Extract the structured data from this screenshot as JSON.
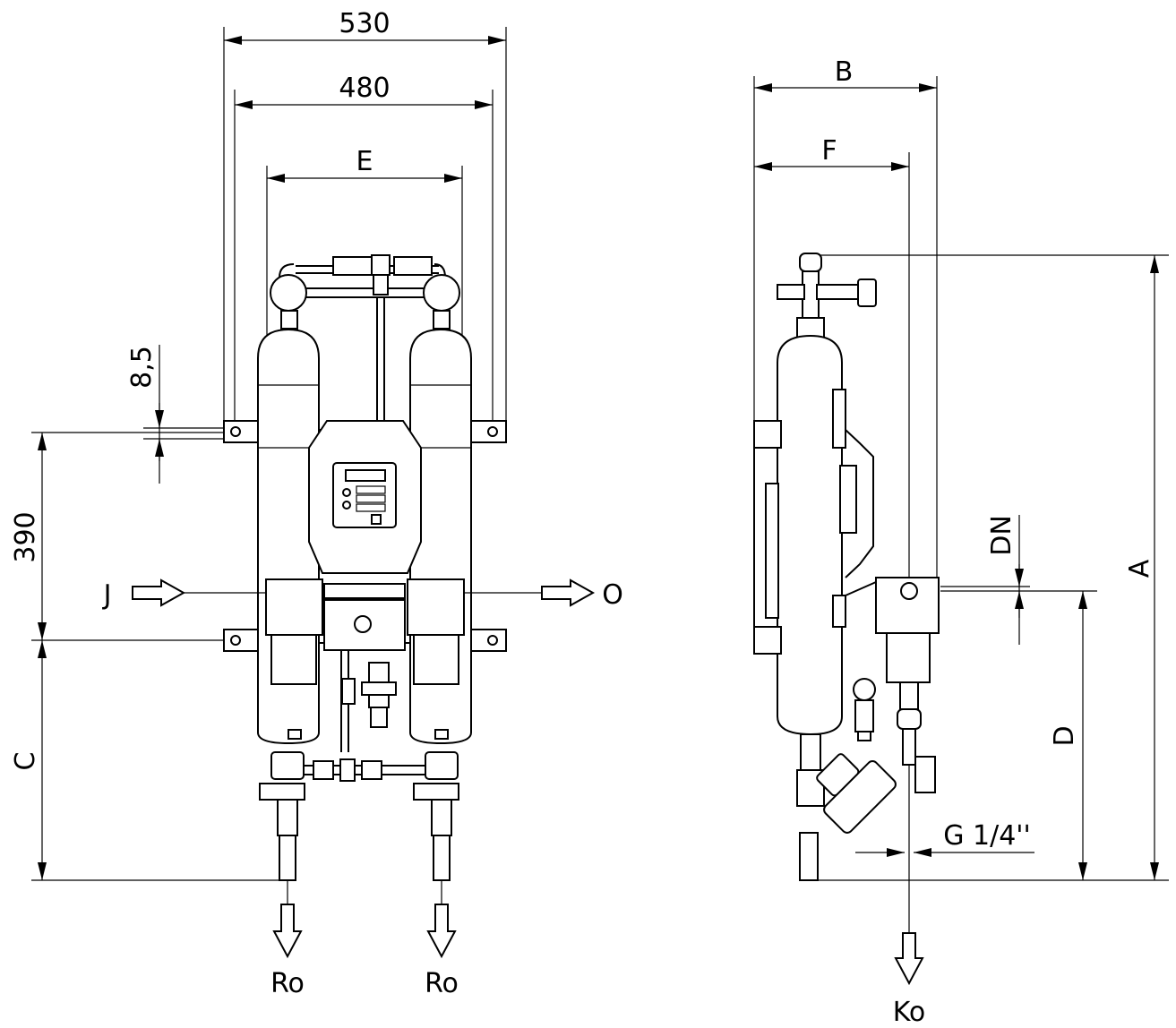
{
  "front_view": {
    "dimensions": {
      "overall_width": "530",
      "mount_width": "480",
      "vessel_spacing": "E",
      "hole_dia": "8,5",
      "mount_height": "390",
      "base_height": "C"
    },
    "flows": {
      "inlet": "J",
      "outlet": "O",
      "drain_left": "Ro",
      "drain_right": "Ro"
    }
  },
  "side_view": {
    "dimensions": {
      "depth": "B",
      "outlet_depth": "F",
      "total_height": "A",
      "port_size": "DN",
      "port_height": "D",
      "drain_thread": "G 1/4''"
    },
    "flows": {
      "condensate": "Ko"
    }
  }
}
